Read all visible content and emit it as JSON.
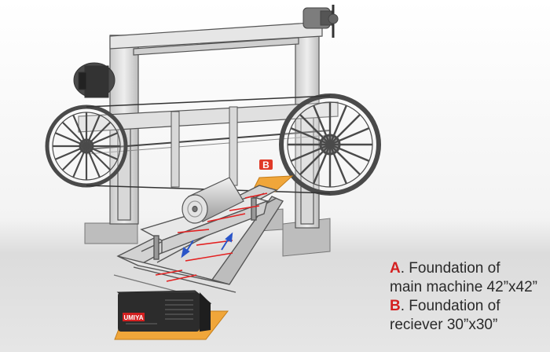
{
  "machine_badge": {
    "label": "B",
    "color": "#e03a28"
  },
  "receiver_brand": {
    "label": "UMIYA",
    "color": "#d42020"
  },
  "legend": {
    "items": [
      {
        "key": "A",
        "text_line1": ". Foundation of",
        "text_line2": "main machine 42”x42”"
      },
      {
        "key": "B",
        "text_line1": ". Foundation of",
        "text_line2": "reciever 30”x30”"
      }
    ],
    "key_color": "#d42020"
  },
  "colors": {
    "foundation": "#f0a63a",
    "marker_line": "#e32020",
    "direction_arrow": "#2a55c8",
    "receiver_body": "#2c2c2c"
  }
}
